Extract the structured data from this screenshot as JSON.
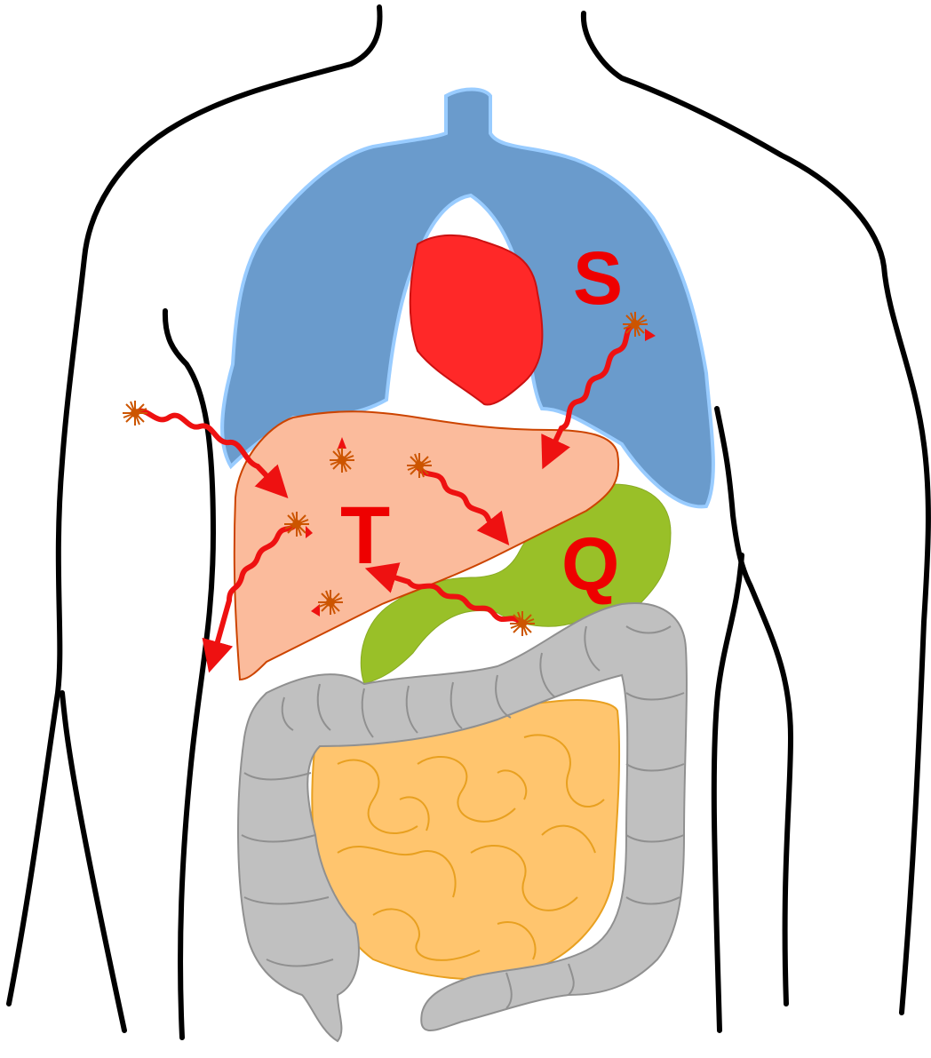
{
  "labels": {
    "lung": "S",
    "liver": "T",
    "stomach": "Q"
  },
  "colors": {
    "body_outline": "#000000",
    "lungs_fill": "#6a9bcc",
    "lungs_stroke": "#99ccff",
    "heart_fill": "#ff2828",
    "heart_stroke": "#cc1111",
    "liver_fill": "#fbbb9c",
    "liver_stroke": "#cc4400",
    "stomach_fill": "#99c028",
    "large_intestine_fill": "#c0c0c0",
    "large_intestine_stroke": "#909090",
    "small_intestine_fill": "#ffc56e",
    "small_intestine_stroke": "#e8a020",
    "arrow": "#ee1111",
    "label": "#ee0000",
    "burst": "#cc5500"
  }
}
